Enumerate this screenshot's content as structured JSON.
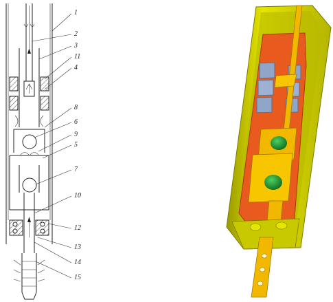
{
  "schematic": {
    "callouts": [
      {
        "id": "1",
        "text": "1"
      },
      {
        "id": "2",
        "text": "2"
      },
      {
        "id": "3",
        "text": "3"
      },
      {
        "id": "11",
        "text": "11"
      },
      {
        "id": "4",
        "text": "4"
      },
      {
        "id": "8",
        "text": "8"
      },
      {
        "id": "6",
        "text": "6"
      },
      {
        "id": "9",
        "text": "9"
      },
      {
        "id": "5",
        "text": "5"
      },
      {
        "id": "7",
        "text": "7"
      },
      {
        "id": "10",
        "text": "10"
      },
      {
        "id": "12",
        "text": "12"
      },
      {
        "id": "13",
        "text": "13"
      },
      {
        "id": "14",
        "text": "14"
      },
      {
        "id": "15",
        "text": "15"
      }
    ]
  },
  "model_3d": {
    "colors": {
      "casing": "#d4d400",
      "casing_dark": "#8a8a00",
      "inner_body": "#e85a1e",
      "rod": "#f2b800",
      "magnets": "#8fa6c8",
      "balls": "#1a8a2a"
    }
  }
}
